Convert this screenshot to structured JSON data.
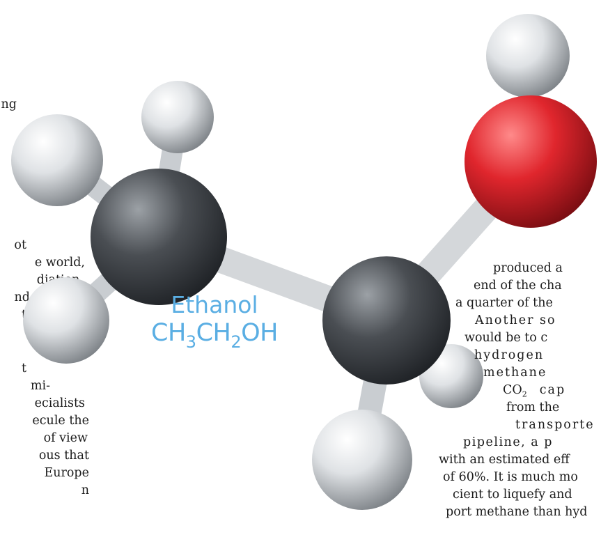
{
  "left_column": {
    "lines": [
      "ng",
      "ot",
      "e world,",
      "diation.",
      "nd",
      "t",
      "t",
      "mi-",
      "ecialists",
      "ecule the",
      "of view",
      "ous that",
      "Europe",
      "n"
    ]
  },
  "right_column": {
    "lines": [
      "produced a",
      "end of the cha",
      "a quarter of the",
      "Another so",
      "would be to c",
      "hydrogen",
      "methane",
      "CO",
      "cap",
      "from the",
      "transporte",
      "pipeline, a p",
      "with an estimated eff",
      "of 60%. It is much mo",
      "cient to liquefy and",
      "port methane than hyd"
    ],
    "co2_subscript": "2"
  },
  "molecule_label": {
    "name": "Ethanol",
    "formula_parts": [
      "CH",
      "3",
      "CH",
      "2",
      "OH"
    ]
  },
  "colors": {
    "label_blue": "#5aaee3",
    "carbon": "#3b3f44",
    "hydrogen": "#d6dadd",
    "oxygen": "#d8262c"
  }
}
